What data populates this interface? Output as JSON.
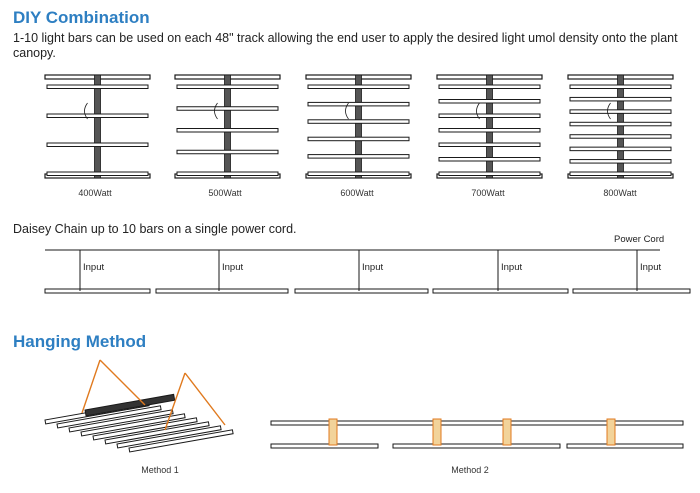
{
  "diy": {
    "heading": "DIY Combination",
    "description": "1-10 light bars can be used on each 48\" track allowing the end user to apply the desired light umol density onto the plant canopy.",
    "configs": [
      {
        "label": "400Watt",
        "bars": 4
      },
      {
        "label": "500Watt",
        "bars": 5
      },
      {
        "label": "600Watt",
        "bars": 6
      },
      {
        "label": "700Watt",
        "bars": 7
      },
      {
        "label": "800Watt",
        "bars": 8
      }
    ]
  },
  "daisy": {
    "text": "Daisey Chain up to 10 bars on a single power cord.",
    "power_cord_label": "Power Cord",
    "input_labels": [
      "Input",
      "Input",
      "Input",
      "Input",
      "Input"
    ]
  },
  "hanging": {
    "heading": "Hanging Method",
    "method1_label": "Method 1",
    "method2_label": "Method 2"
  },
  "colors": {
    "heading": "#2e7fc2",
    "line": "#1a1a1a",
    "hanger": "#e07a1f",
    "clip": "#f2d39a"
  }
}
